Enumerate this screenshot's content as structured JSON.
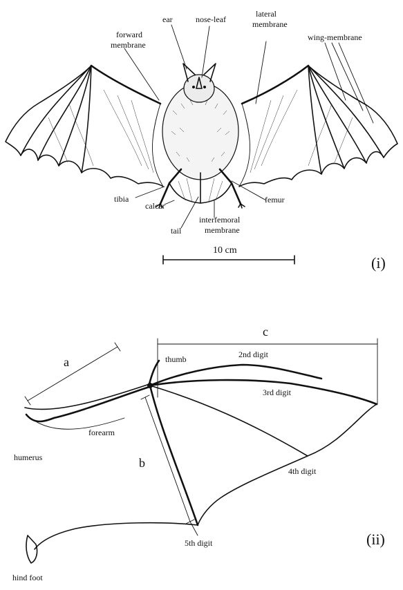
{
  "panel_i": {
    "id": "(i)",
    "labels": {
      "ear": "ear",
      "nose_leaf": "nose-leaf",
      "lateral_membrane": [
        "lateral",
        "membrane"
      ],
      "forward_membrane": [
        "forward",
        "membrane"
      ],
      "wing_membrane": "wing-membrane",
      "tibia": "tibia",
      "calcar": "calcar",
      "tail": "tail",
      "interfemoral_membrane": [
        "interfemoral",
        "membrane"
      ],
      "femur": "femur"
    },
    "scale_bar": "10 cm"
  },
  "panel_ii": {
    "id": "(ii)",
    "labels": {
      "a": "a",
      "b": "b",
      "c": "c",
      "thumb": "thumb",
      "second_digit": "2nd digit",
      "third_digit": "3rd digit",
      "fourth_digit": "4th digit",
      "fifth_digit": "5th digit",
      "forearm": "forearm",
      "humerus": "humerus",
      "hind_foot": "hind foot"
    }
  }
}
